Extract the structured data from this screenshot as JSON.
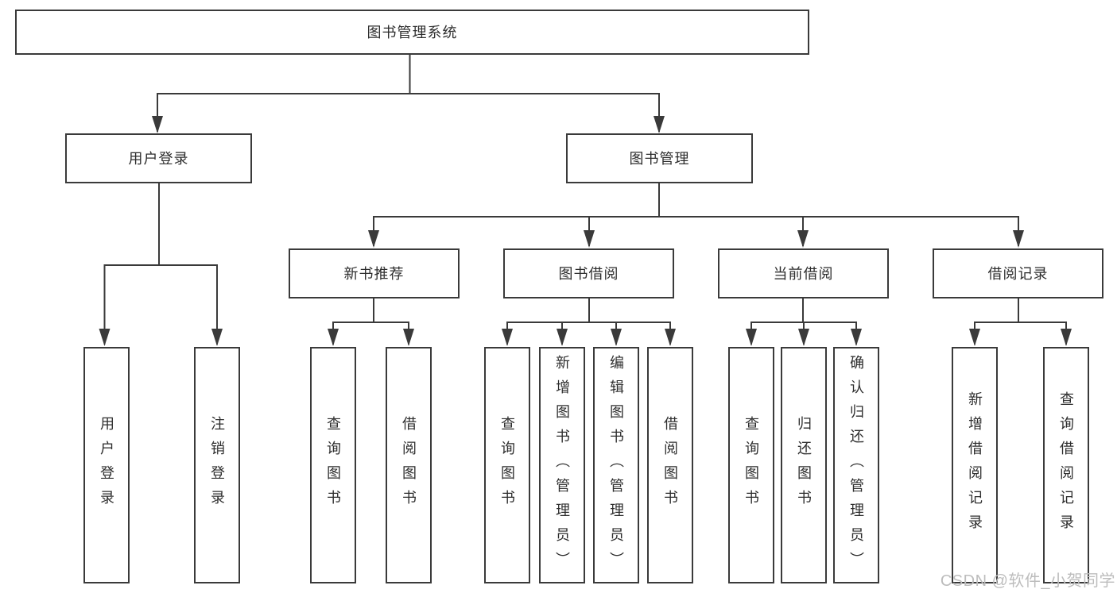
{
  "colors": {
    "line": "#3a3a3a",
    "box_border": "#3a3a3a",
    "text": "#2d2d2d",
    "watermark": "#bdbdbd",
    "background": "#ffffff"
  },
  "diagram": {
    "root": {
      "label": "图书管理系统"
    },
    "level2": [
      {
        "label": "用户登录"
      },
      {
        "label": "图书管理"
      }
    ],
    "level3": [
      {
        "label": "新书推荐"
      },
      {
        "label": "图书借阅"
      },
      {
        "label": "当前借阅"
      },
      {
        "label": "借阅记录"
      }
    ],
    "leaves": {
      "user_login": [
        "用户登录",
        "注销登录"
      ],
      "new_book": [
        "查询图书",
        "借阅图书"
      ],
      "book_borrow": [
        "查询图书",
        "新增图书（管理员）",
        "编辑图书（管理员）",
        "借阅图书"
      ],
      "current_borrow": [
        "查询图书",
        "归还图书",
        "确认归还（管理员）"
      ],
      "borrow_record": [
        "新增借阅记录",
        "查询借阅记录"
      ]
    }
  },
  "watermark": {
    "text": "CSDN @软件_小贺同学"
  }
}
